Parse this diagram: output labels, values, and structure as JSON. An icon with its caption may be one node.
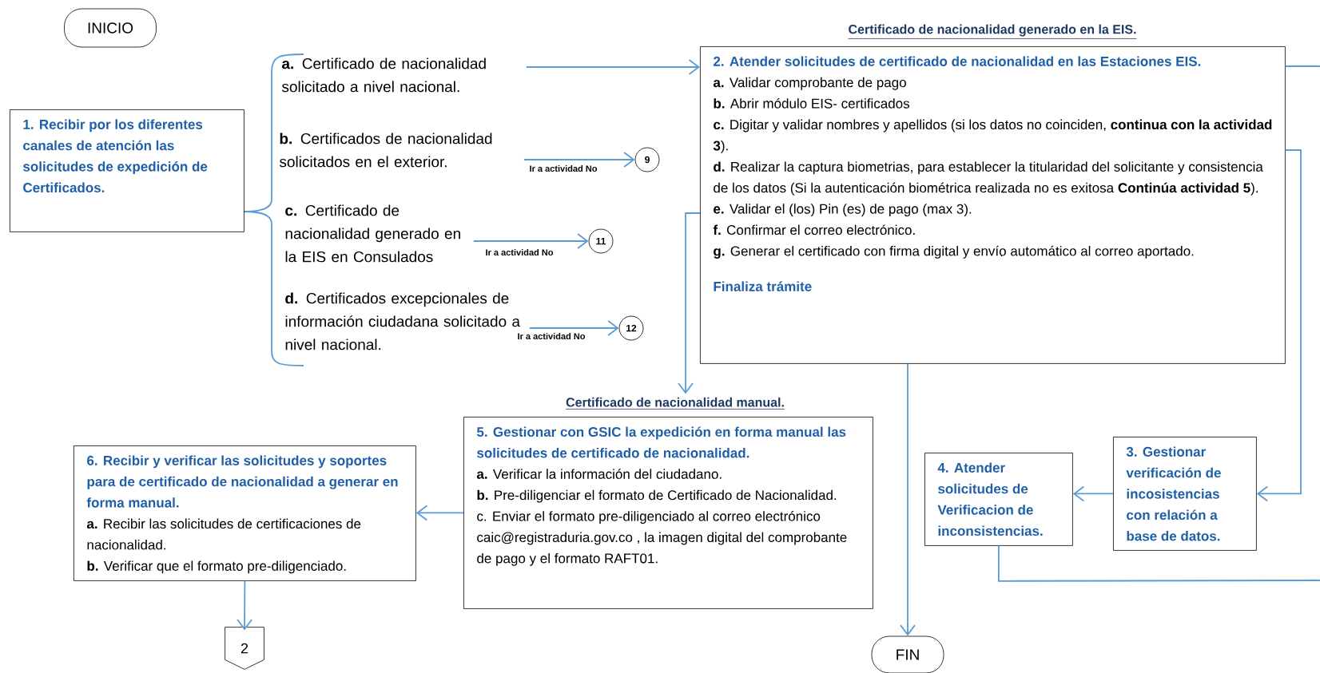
{
  "diagram": {
    "nodes": [
      {
        "text": [
          "INICIO"
        ]
      },
      {
        "text": [
          "1. Recibir por los diferentes canales de atención las solicitudes de expedición de Certificados."
        ]
      },
      {
        "text": [
          "**a.** Certificado de nacionalidad solicitado a nivel nacional."
        ]
      },
      {
        "text": [
          "**b.** Certificados de nacionalidad solicitados en el exterior."
        ]
      },
      {
        "text": [
          "9"
        ]
      },
      {
        "text": [
          "**c.** Certificado de nacionalidad generado en la EIS en Consulados"
        ]
      },
      {
        "text": [
          "11"
        ]
      },
      {
        "text": [
          "**d.** Certificados excepcionales de información ciudadana solicitado a nivel nacional."
        ]
      },
      {
        "text": [
          "12"
        ]
      },
      {
        "text": [
          "Certificado de nacionalidad generado en la EIS.",
          "2. Atender solicitudes de certificado de nacionalidad en las Estaciones EIS.",
          "**a.** Validar comprobante de pago",
          "**b.** Abrir módulo EIS- certificados",
          "**c.** Digitar y validar nombres y apellidos (si los datos no coinciden, **continua con la actividad 3**).",
          "**d.** Realizar la captura biometrias, para establecer la titularidad del solicitante y consistencia de los datos (Si la autenticación biométrica realizada no es exitosa **Continúa actividad 5**).",
          "**e.** Validar el (los) Pin (es) de pago (max 3).",
          "**f.** Confirmar el correo electrónico.",
          "**g.** Generar el certificado con firma digital y envío automático al correo aportado.",
          "Finaliza trámite"
        ]
      },
      {
        "text": [
          "Certificado de nacionalidad manual.",
          "5. Gestionar con GSIC la expedición en forma manual las solicitudes de certificado de nacionalidad.",
          "**a.** Verificar la información del ciudadano.",
          "**b.** Pre-diligenciar el formato de Certificado de Nacionalidad.",
          "c. Enviar el formato pre-diligenciado al correo electrónico caic@registraduria.gov.co , la imagen digital del comprobante de pago y el formato RAFT01."
        ]
      },
      {
        "text": [
          "6. Recibir y verificar las solicitudes y soportes para de certificado de nacionalidad a generar en forma manual.",
          "**a.** Recibir las solicitudes de certificaciones de nacionalidad.",
          "**b.** Verificar que el formato pre-diligenciado."
        ]
      },
      {
        "text": [
          "4. Atender solicitudes de Verificacion de inconsistencias."
        ]
      },
      {
        "text": [
          "3. Gestionar verificación de incosistencias con relación a base de datos."
        ]
      },
      {
        "text": [
          "2"
        ]
      },
      {
        "text": [
          "FIN"
        ]
      }
    ],
    "edges": [
      {
        "from": 2,
        "to": 9,
        "arrow": "to"
      },
      {
        "from": 3,
        "to": 4,
        "arrow": "to",
        "label": "Ir a actividad No"
      },
      {
        "from": 5,
        "to": 6,
        "arrow": "to",
        "label": "Ir a actividad No"
      },
      {
        "from": 7,
        "to": 8,
        "arrow": "to",
        "label": "Ir a actividad No"
      },
      {
        "from": 9,
        "to": null,
        "arrow": "none"
      },
      {
        "from": 9,
        "to": 13,
        "arrow": "to"
      },
      {
        "from": 9,
        "to": 10,
        "arrow": "to"
      },
      {
        "from": 9,
        "to": 15,
        "arrow": "to"
      },
      {
        "from": 13,
        "to": 12,
        "arrow": "to"
      },
      {
        "from": 12,
        "to": null,
        "arrow": "none"
      },
      {
        "from": 10,
        "to": 11,
        "arrow": "to"
      },
      {
        "from": 11,
        "to": 14,
        "arrow": "to"
      }
    ]
  }
}
